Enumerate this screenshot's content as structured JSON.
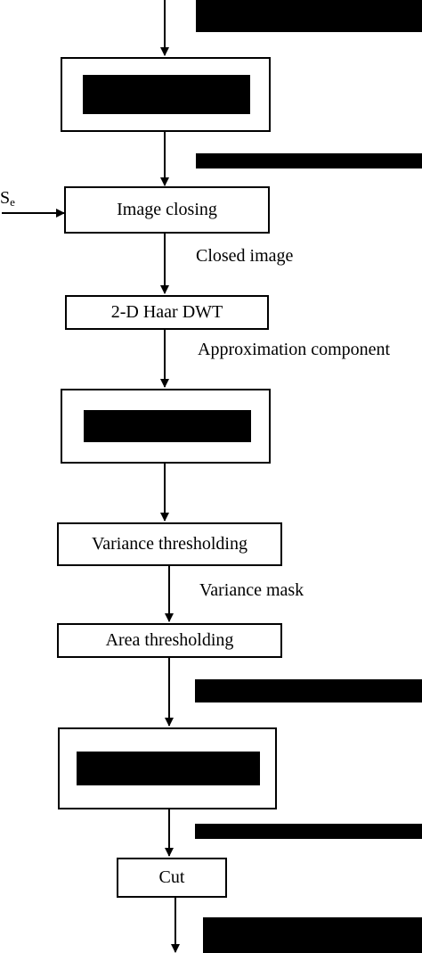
{
  "nodes": {
    "image_closing": "Image closing",
    "haar_dwt": "2-D Haar DWT",
    "variance_thresholding": "Variance thresholding",
    "area_thresholding": "Area thresholding",
    "cut": "Cut"
  },
  "edge_labels": {
    "closed_image": "Closed image",
    "approximation_component": "Approximation component",
    "variance_mask": "Variance mask"
  },
  "input_label": {
    "base": "S",
    "subscript": "e"
  },
  "colors": {
    "line": "#000000",
    "background": "#ffffff",
    "redaction": "#000000"
  }
}
